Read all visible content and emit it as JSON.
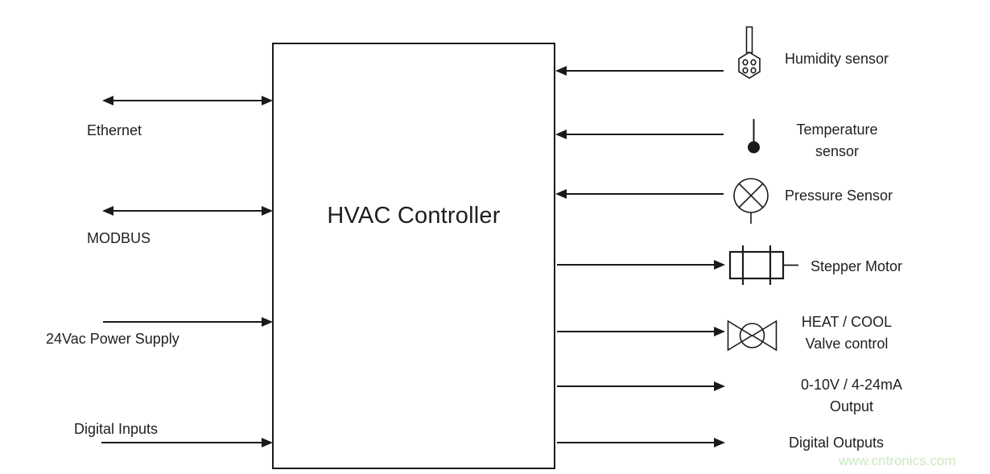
{
  "title": "HVAC Controller",
  "watermark": "www.cntronics.com",
  "colors": {
    "line": "#1a1a1a",
    "text": "#1f1f1f",
    "watermark": "#cbe9c0"
  },
  "left_ports": [
    {
      "label": "Ethernet",
      "direction": "bidirectional"
    },
    {
      "label": "MODBUS",
      "direction": "bidirectional"
    },
    {
      "label": "24Vac Power Supply",
      "direction": "input"
    },
    {
      "label": "Digital Inputs",
      "direction": "input"
    }
  ],
  "right_ports": [
    {
      "lines": [
        "Humidity sensor"
      ],
      "direction": "input",
      "icon": "humidity-sensor-icon"
    },
    {
      "lines": [
        "Temperature",
        "sensor"
      ],
      "direction": "input",
      "icon": "temperature-sensor-icon"
    },
    {
      "lines": [
        "Pressure Sensor"
      ],
      "direction": "input",
      "icon": "pressure-sensor-icon"
    },
    {
      "lines": [
        "Stepper Motor"
      ],
      "direction": "output",
      "icon": "stepper-motor-icon"
    },
    {
      "lines": [
        "HEAT / COOL",
        "Valve control"
      ],
      "direction": "output",
      "icon": "valve-icon"
    },
    {
      "lines": [
        "0-10V / 4-24mA",
        "Output"
      ],
      "direction": "output",
      "icon": null
    },
    {
      "lines": [
        "Digital Outputs"
      ],
      "direction": "output",
      "icon": null
    }
  ]
}
